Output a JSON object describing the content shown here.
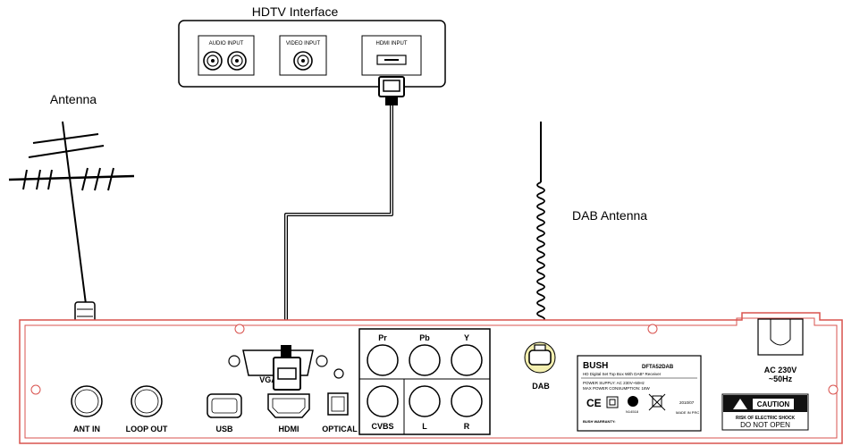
{
  "hdtv": {
    "title": "HDTV Interface",
    "audio_input": "AUDIO INPUT",
    "video_input": "VIDEO INPUT",
    "hdmi_input": "HDMI INPUT"
  },
  "antenna_label": "Antenna",
  "dab_antenna_label": "DAB Antenna",
  "panel": {
    "ant_in": "ANT IN",
    "loop_out": "LOOP OUT",
    "usb": "USB",
    "hdmi": "HDMI",
    "vga": "VGA",
    "optical": "OPTICAL",
    "pr": "Pr",
    "pb": "Pb",
    "y": "Y",
    "cvbs": "CVBS",
    "l": "L",
    "r": "R",
    "dab": "DAB",
    "ac_line1": "AC 230V",
    "ac_line2": "~50Hz"
  },
  "rating_label": {
    "brand": "BUSH",
    "model": "DFTA52DAB",
    "desc": "HD Digital Set Top Box With DAB* Receiver",
    "power": "POWER SUPPLY: AC 230V~50Hz",
    "consumption": "MAX POWER CONSUMPTION: 18W",
    "date": "2010/07",
    "made_in": "MADE IN PRC",
    "code": "N14518",
    "warranty": "BUSH WARRANTY:"
  },
  "caution": {
    "title": "CAUTION",
    "shock": "RISK OF ELECTRIC SHOCK",
    "open": "DO NOT OPEN"
  },
  "colors": {
    "panel_outline": "#d9534f",
    "dab_highlight": "#f3efb0",
    "caution_bg": "#111111"
  }
}
